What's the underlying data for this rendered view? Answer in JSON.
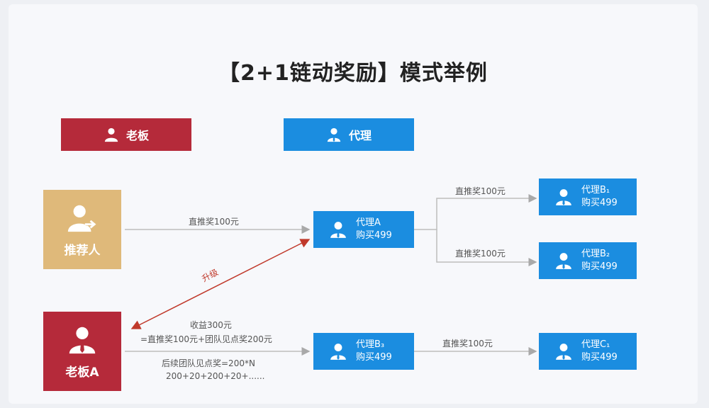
{
  "title": "【2+1链动奖励】模式举例",
  "legend": {
    "boss": "老板",
    "agent": "代理"
  },
  "nodes": {
    "recommender": "推荐人",
    "bossA": "老板A",
    "agentA": {
      "name": "代理A",
      "buy": "购买499"
    },
    "agentB1": {
      "name": "代理B₁",
      "buy": "购买499"
    },
    "agentB2": {
      "name": "代理B₂",
      "buy": "购买499"
    },
    "agentB3": {
      "name": "代理B₃",
      "buy": "购买499"
    },
    "agentC1": {
      "name": "代理C₁",
      "buy": "购买499"
    }
  },
  "labels": {
    "direct_recommender": "直推奖100元",
    "direct_b1": "直推奖100元",
    "direct_b2": "直推奖100元",
    "direct_c1": "直推奖100元",
    "upgrade": "升级",
    "income": "收益300元",
    "income_detail": "=直推奖100元+团队见点奖200元",
    "followup": "后续团队见点奖=200*N",
    "followup_detail": "200+20+200+20+......"
  },
  "colors": {
    "boss": "#b52a3a",
    "agent": "#1b8de0",
    "recommender": "#dfb97a",
    "upgrade": "#c0392b"
  }
}
